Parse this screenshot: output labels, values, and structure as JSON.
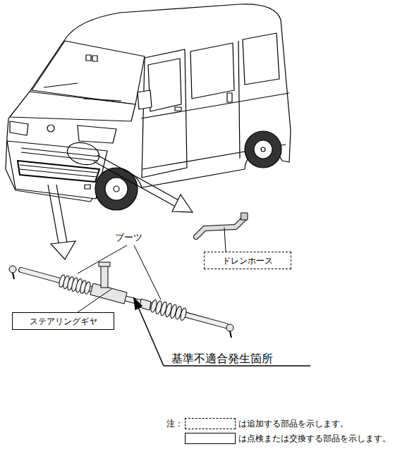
{
  "diagram": {
    "nodes": [
      {
        "text": [
          "ドレンホース"
        ]
      },
      {
        "text": [
          "ステアリングギヤ"
        ]
      }
    ],
    "labels": [
      "ブーツ",
      "基準不適合発生箇所",
      "注："
    ],
    "legend": [
      {
        "text": "は追加する部品を示します。"
      },
      {
        "text": "は点検または交換する部品を示します。"
      }
    ]
  }
}
